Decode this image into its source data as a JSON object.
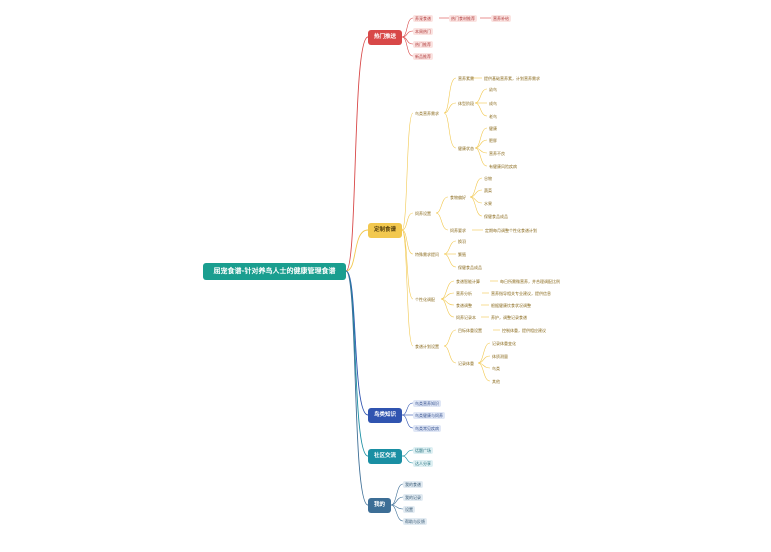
{
  "root": "屈宠食谱-针对养鸟人士的健康管理食谱",
  "colors": {
    "red": "#d84848",
    "yellow": "#f2c84f",
    "blue": "#3054b0",
    "teal": "#1a8fa3",
    "navy": "#3d6e96"
  },
  "branches": {
    "hot": {
      "label": "热门推送",
      "leaf1": "养宠食谱",
      "leaf1a": "热门食材推荐",
      "leaf1b": "营养补给",
      "leaf2": "本周热门",
      "leaf3": "热门推荐",
      "leaf4": "新品推荐"
    },
    "custom": {
      "label": "定制食谱",
      "g1": "鸟类营养需求",
      "g1a": "营养素需",
      "g1a1": "提供基础营养素，计划营养需求",
      "g1b": "体型阶段",
      "g1b1": "幼鸟",
      "g1b2": "成鸟",
      "g1b3": "老鸟",
      "g1c": "健康状态",
      "g1c1": "健康",
      "g1c2": "肥胖",
      "g1c3": "营养不良",
      "g1c4": "有健康风险疾病",
      "g2": "饲养设置",
      "g2a": "食物偏好",
      "g2a1": "谷物",
      "g2a2": "蔬菜",
      "g2a3": "水果",
      "g2a4": "保健食品成品",
      "g2b": "饲养要求",
      "g2b1": "定期每月调整个性化食谱计划",
      "g3": "特殊需求提问",
      "g3a": "换羽",
      "g3b": "繁殖",
      "g3c": "保健食品成品",
      "g4": "个性化调配",
      "g4a": "食谱智能计算",
      "g4a1": "每日所需微营养，并合理调配比例",
      "g4b": "营养分析",
      "g4b1": "营养指导相关专业建议，提供信息",
      "g4c": "食谱调整",
      "g4c1": "根据健康饮食状况调整",
      "g4d": "饲养记录本",
      "g4d1": "养护，调整记录食谱",
      "g5": "食谱计划设置",
      "g5a": "目标体重设置",
      "g5a1": "控制体重，提供相应建议",
      "g5b": "记录体重",
      "g5b1": "记录体重变化",
      "g5b2": "体质测量",
      "g5b3": "鸟类",
      "g5b4": "其他"
    },
    "knowledge": {
      "label": "鸟类知识",
      "leaf1": "鸟类营养知识",
      "leaf2": "鸟类健康与饲养",
      "leaf3": "鸟类常见疾病"
    },
    "community": {
      "label": "社区交流",
      "leaf1": "话题广场",
      "leaf2": "达人分享"
    },
    "mine": {
      "label": "我的",
      "leaf1": "我的食谱",
      "leaf2": "我的记录",
      "leaf3": "设置",
      "leaf4": "帮助与反馈"
    }
  }
}
